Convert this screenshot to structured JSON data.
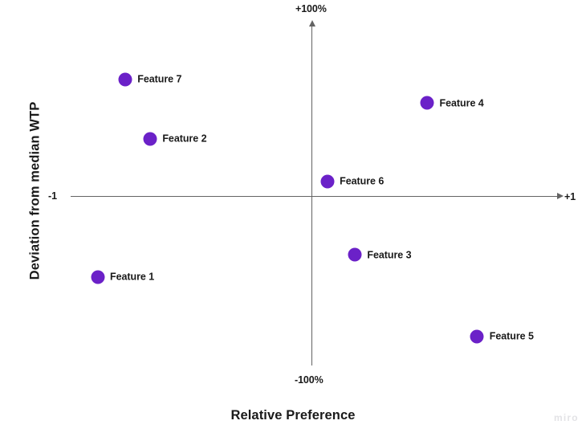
{
  "chart_data": {
    "type": "scatter",
    "title": "",
    "xlabel": "Relative Preference",
    "ylabel": "Deviation from median WTP",
    "xlim": [
      -1,
      1
    ],
    "ylim": [
      -1,
      1
    ],
    "x_tick_labels": [
      "-1",
      "+1"
    ],
    "y_tick_labels": [
      "-100%",
      "+100%"
    ],
    "grid": false,
    "legend": false,
    "axis_style": "quadrant-cross-with-arrows",
    "point_color": "#6B21C8",
    "points": [
      {
        "label": "Feature 7",
        "x": -0.75,
        "y": 0.69
      },
      {
        "label": "Feature 2",
        "x": -0.65,
        "y": 0.34
      },
      {
        "label": "Feature 4",
        "x": 0.46,
        "y": 0.55
      },
      {
        "label": "Feature 6",
        "x": 0.06,
        "y": 0.09
      },
      {
        "label": "Feature 3",
        "x": 0.17,
        "y": -0.34
      },
      {
        "label": "Feature 1",
        "x": -0.86,
        "y": -0.47
      },
      {
        "label": "Feature 5",
        "x": 0.66,
        "y": -0.82
      }
    ]
  },
  "axes": {
    "x_min_label": "-1",
    "x_max_label": "+1",
    "y_max_label": "+100%",
    "y_min_label": "-100%",
    "x_title": "Relative Preference",
    "y_title": "Deviation from median WTP"
  },
  "watermark": {
    "text": "miro"
  },
  "colors": {
    "point": "#6B21C8",
    "axis": "#636363",
    "text": "#1a1a1a",
    "watermark": "#e3e3e6",
    "background": "#ffffff"
  }
}
